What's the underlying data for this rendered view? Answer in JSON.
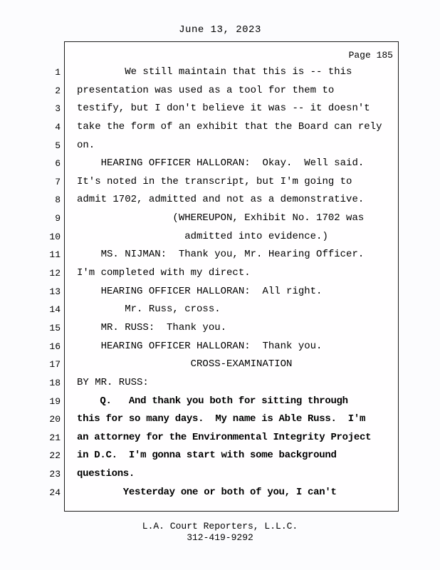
{
  "header": {
    "date": "June 13, 2023"
  },
  "sheet": {
    "page_label": "Page 185",
    "lines": [
      {
        "num": "1",
        "text": "        We still maintain that this is -- this",
        "bold": false
      },
      {
        "num": "2",
        "text": "presentation was used as a tool for them to",
        "bold": false
      },
      {
        "num": "3",
        "text": "testify, but I don't believe it was -- it doesn't",
        "bold": false
      },
      {
        "num": "4",
        "text": "take the form of an exhibit that the Board can rely",
        "bold": false
      },
      {
        "num": "5",
        "text": "on.",
        "bold": false
      },
      {
        "num": "6",
        "text": "    HEARING OFFICER HALLORAN:  Okay.  Well said.",
        "bold": false
      },
      {
        "num": "7",
        "text": "It's noted in the transcript, but I'm going to",
        "bold": false
      },
      {
        "num": "8",
        "text": "admit 1702, admitted and not as a demonstrative.",
        "bold": false
      },
      {
        "num": "9",
        "text": "                (WHEREUPON, Exhibit No. 1702 was",
        "bold": false
      },
      {
        "num": "10",
        "text": "                  admitted into evidence.)",
        "bold": false
      },
      {
        "num": "11",
        "text": "    MS. NIJMAN:  Thank you, Mr. Hearing Officer.",
        "bold": false
      },
      {
        "num": "12",
        "text": "I'm completed with my direct.",
        "bold": false
      },
      {
        "num": "13",
        "text": "    HEARING OFFICER HALLORAN:  All right.",
        "bold": false
      },
      {
        "num": "14",
        "text": "        Mr. Russ, cross.",
        "bold": false
      },
      {
        "num": "15",
        "text": "    MR. RUSS:  Thank you.",
        "bold": false
      },
      {
        "num": "16",
        "text": "    HEARING OFFICER HALLORAN:  Thank you.",
        "bold": false
      },
      {
        "num": "17",
        "text": "                   CROSS-EXAMINATION",
        "bold": false
      },
      {
        "num": "18",
        "text": "BY MR. RUSS:",
        "bold": false
      },
      {
        "num": "19",
        "text": "    Q.   And thank you both for sitting through",
        "bold": true
      },
      {
        "num": "20",
        "text": "this for so many days.  My name is Able Russ.  I'm",
        "bold": true
      },
      {
        "num": "21",
        "text": "an attorney for the Environmental Integrity Project",
        "bold": true
      },
      {
        "num": "22",
        "text": "in D.C.  I'm gonna start with some background",
        "bold": true
      },
      {
        "num": "23",
        "text": "questions.",
        "bold": true
      },
      {
        "num": "24",
        "text": "        Yesterday one or both of you, I can't",
        "bold": true
      }
    ]
  },
  "footer": {
    "company": "L.A. Court Reporters, L.L.C.",
    "phone": "312-419-9292"
  }
}
